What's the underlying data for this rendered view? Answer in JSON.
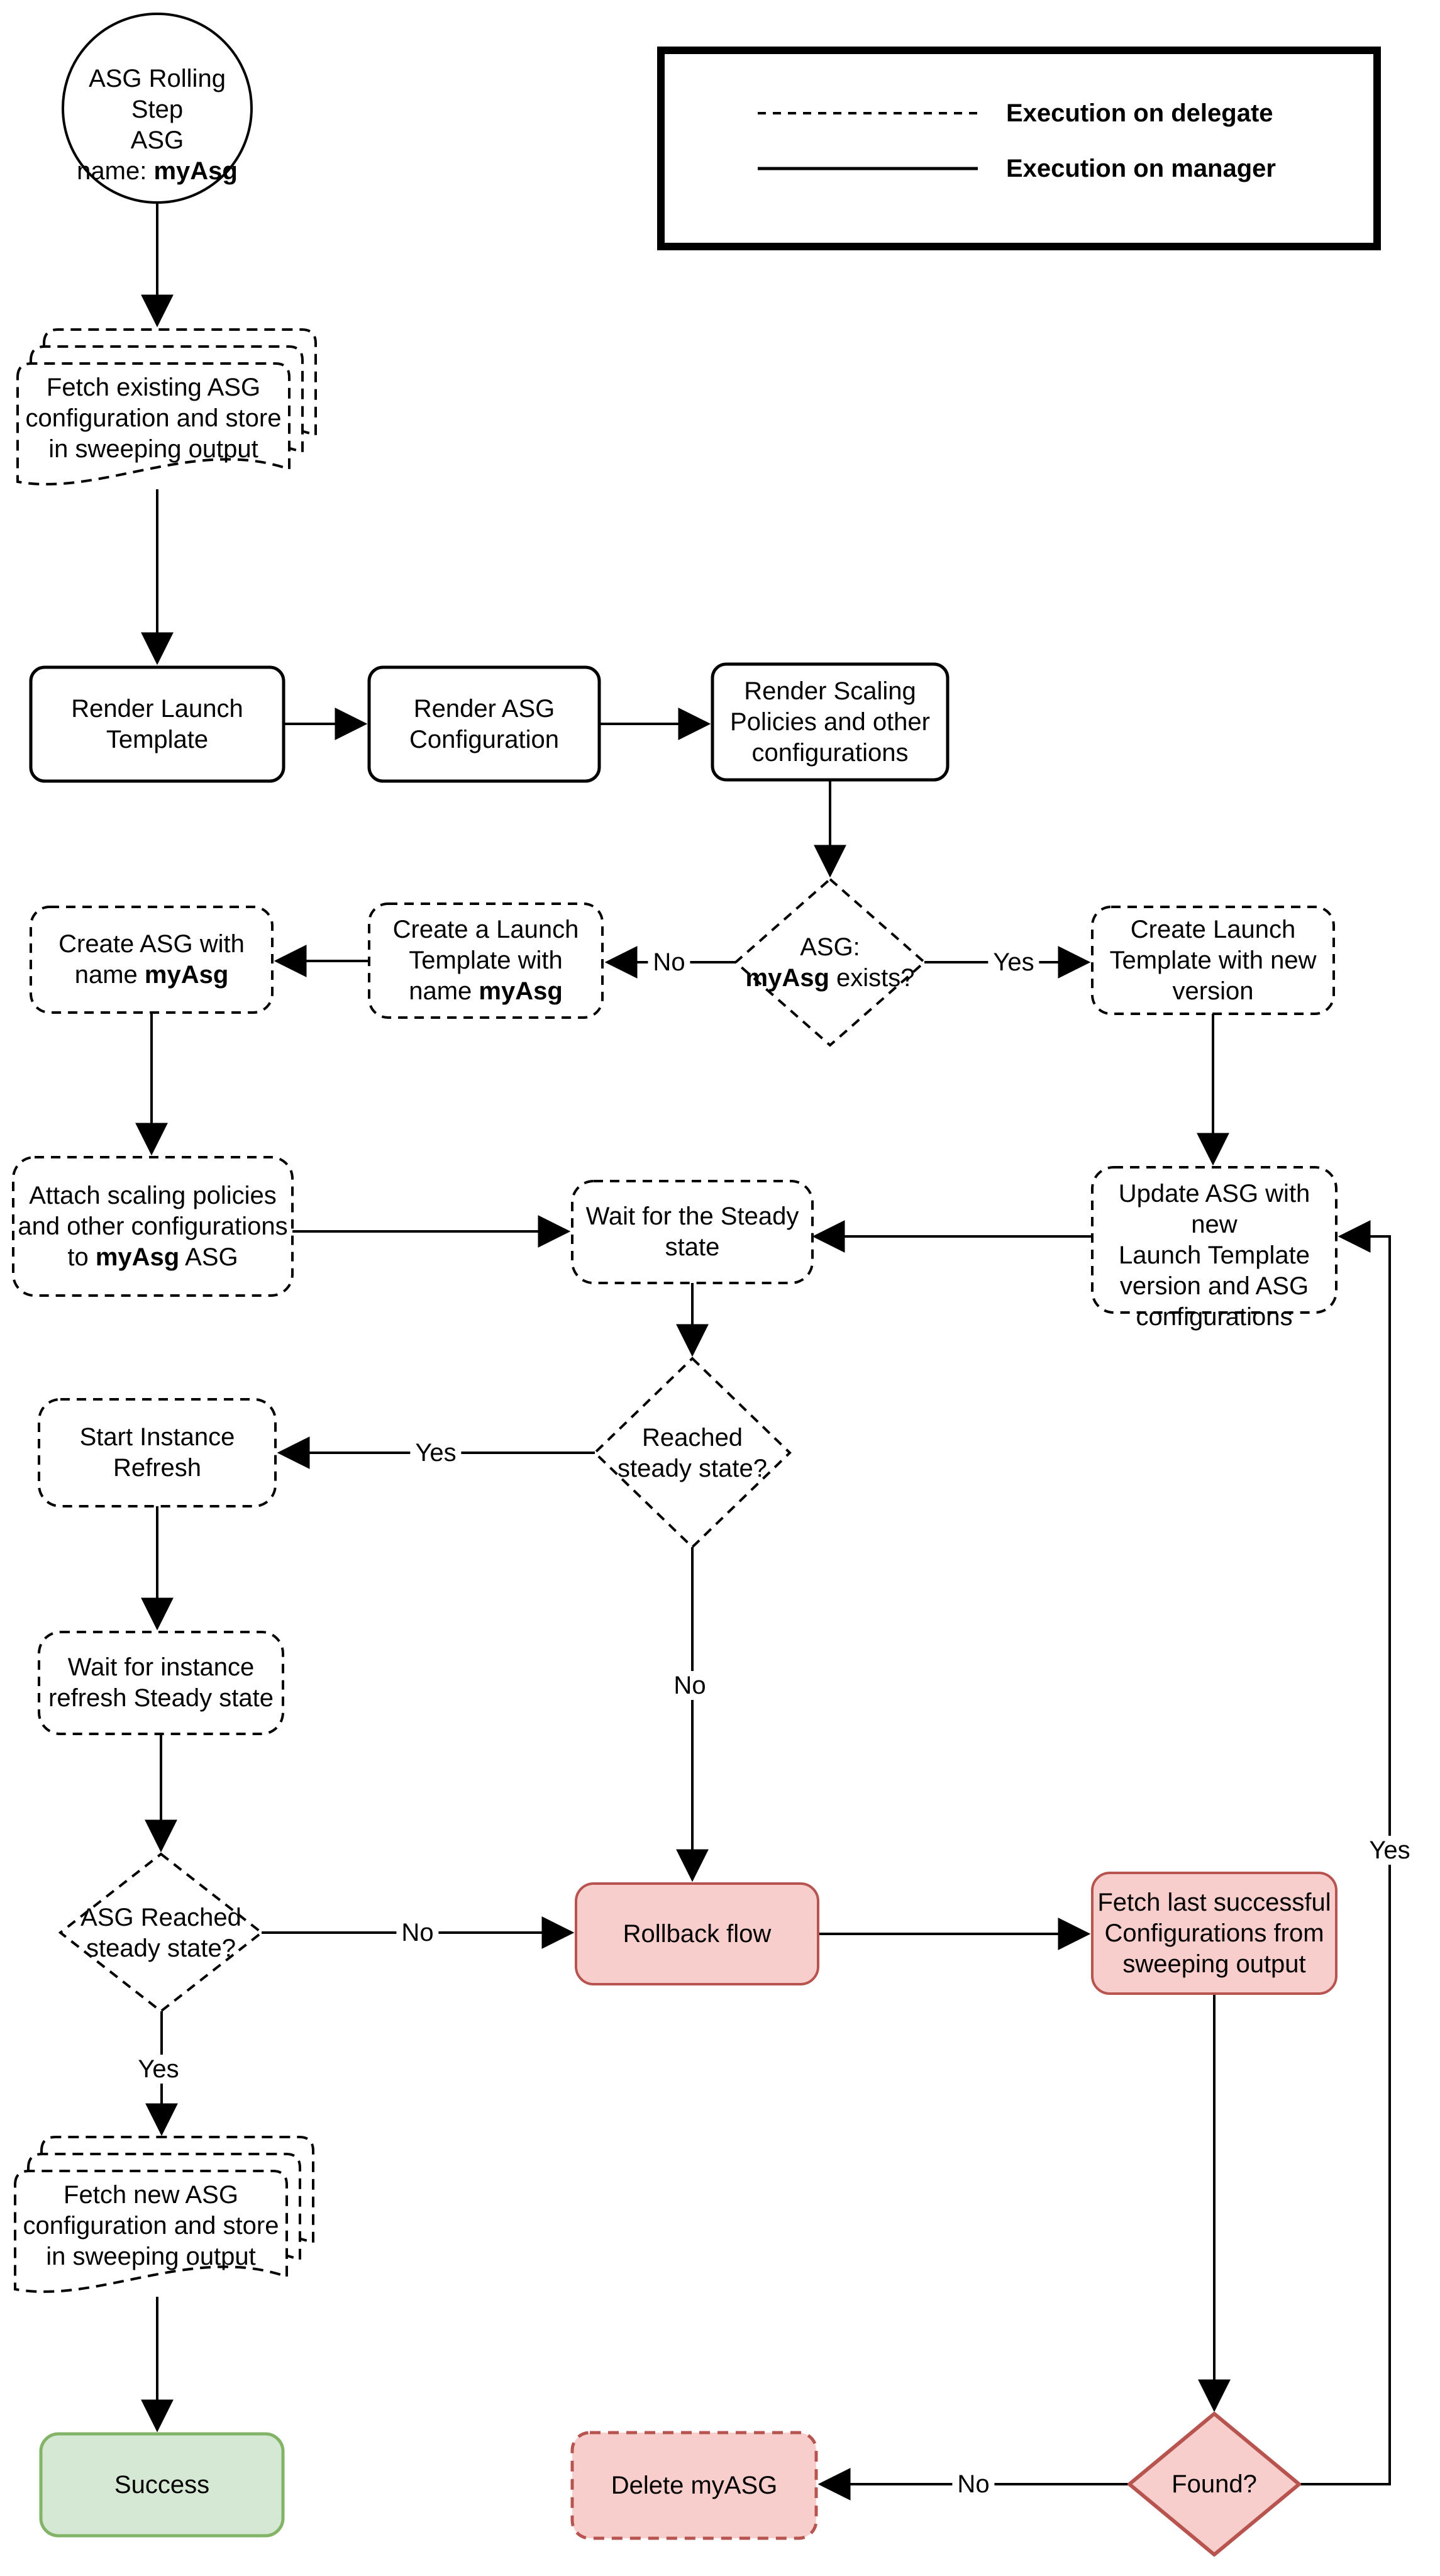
{
  "colors": {
    "background": "#ffffff",
    "line_black": "#000000",
    "pink_fill": "#f8cecc",
    "red_stroke": "#b85450",
    "green_fill": "#d5e8d4",
    "green_stroke": "#82b366"
  },
  "legend": {
    "delegate_label": "Execution on delegate",
    "manager_label": "Execution on manager"
  },
  "edge_labels": {
    "yes": "Yes",
    "no": "No"
  },
  "nodes": {
    "start": {
      "line1": "ASG Rolling Step",
      "line2": "ASG",
      "line3_prefix": "name: ",
      "line3_bold": "myAsg"
    },
    "fetch_existing": {
      "line1": "Fetch existing ASG",
      "line2": "configuration and store",
      "line3": "in sweeping output"
    },
    "render_launch_template": {
      "line1": "Render Launch",
      "line2": "Template"
    },
    "render_asg_configuration": {
      "line1": "Render ASG",
      "line2": "Configuration"
    },
    "render_scaling_policies": {
      "line1": "Render Scaling",
      "line2": "Policies and other",
      "line3": "configurations"
    },
    "asg_exists": {
      "line1": "ASG:",
      "line2_bold": "myAsg",
      "line2_suffix": " exists?"
    },
    "create_launch_template": {
      "line1": "Create a Launch",
      "line2": "Template with",
      "line3_prefix": "name ",
      "line3_bold": "myAsg"
    },
    "create_asg": {
      "line1": "Create ASG with",
      "line2_prefix": "name ",
      "line2_bold": "myAsg"
    },
    "create_launch_template_new": {
      "line1": "Create Launch",
      "line2": "Template with new",
      "line3": "version"
    },
    "attach_scaling": {
      "line1": "Attach scaling policies",
      "line2": "and other configurations",
      "line3_prefix": "to ",
      "line3_bold": "myAsg",
      "line3_suffix": " ASG"
    },
    "wait_steady": {
      "line1": "Wait for the Steady",
      "line2": "state"
    },
    "update_asg": {
      "line1": "Update ASG with new",
      "line2": "Launch Template",
      "line3": "version and ASG",
      "line4": "configurations"
    },
    "reached_steady": {
      "line1": "Reached",
      "line2": "steady state?"
    },
    "start_instance_refresh": {
      "line1": "Start Instance",
      "line2": "Refresh"
    },
    "wait_instance_refresh": {
      "line1": "Wait for instance",
      "line2": "refresh Steady state"
    },
    "asg_reached_steady": {
      "line1": "ASG Reached",
      "line2": "steady state?"
    },
    "rollback": {
      "line1": "Rollback flow"
    },
    "fetch_last": {
      "line1": "Fetch last successful",
      "line2": "Configurations from",
      "line3": "sweeping output"
    },
    "fetch_new": {
      "line1": "Fetch new ASG",
      "line2": "configuration and store",
      "line3": "in sweeping output"
    },
    "success": {
      "line1": "Success"
    },
    "delete_asg": {
      "line1": "Delete myASG"
    },
    "found": {
      "line1": "Found?"
    }
  }
}
